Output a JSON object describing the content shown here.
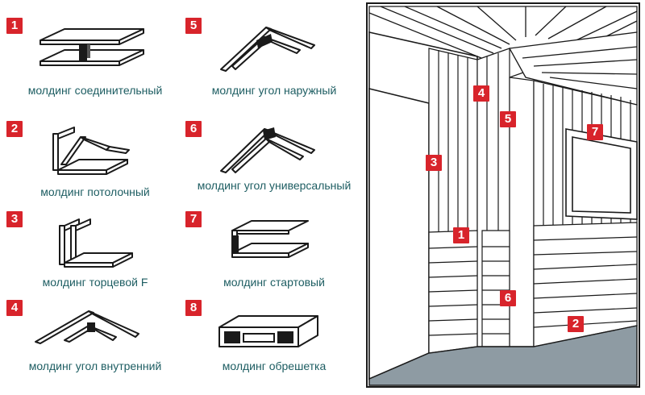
{
  "profiles": [
    {
      "number": "1",
      "label": "молдинг соединительный",
      "icon": "h-connector-profile-icon"
    },
    {
      "number": "2",
      "label": "молдинг потолочный",
      "icon": "ceiling-profile-icon"
    },
    {
      "number": "3",
      "label": "молдинг торцевой F",
      "icon": "f-end-profile-icon"
    },
    {
      "number": "4",
      "label": "молдинг угол внутренний",
      "icon": "inner-corner-profile-icon"
    },
    {
      "number": "5",
      "label": "молдинг угол наружный",
      "icon": "outer-corner-profile-icon"
    },
    {
      "number": "6",
      "label": "молдинг угол универсальный",
      "icon": "universal-corner-profile-icon"
    },
    {
      "number": "7",
      "label": "молдинг стартовый",
      "icon": "starter-profile-icon"
    },
    {
      "number": "8",
      "label": "молдинг обрешетка",
      "icon": "lathing-profile-icon"
    }
  ],
  "room_markers": [
    "1",
    "2",
    "3",
    "4",
    "5",
    "6",
    "7"
  ],
  "colors": {
    "badge": "#d8242b",
    "label": "#1d5d62",
    "line": "#1a1a1a",
    "floor": "#8e9ba3"
  }
}
